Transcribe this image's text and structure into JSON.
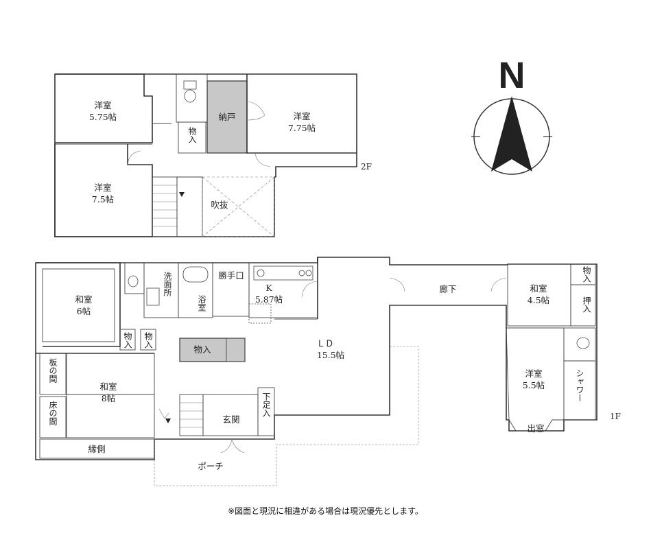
{
  "compass": {
    "letter": "N"
  },
  "floors": {
    "upper": "2F",
    "lower": "1F"
  },
  "second_floor": {
    "rooms": {
      "western_a": {
        "name": "洋室",
        "size": "5.75帖"
      },
      "western_b": {
        "name": "洋室",
        "size": "7.75帖"
      },
      "western_c": {
        "name": "洋室",
        "size": "7.5帖"
      },
      "storeroom": "納戸",
      "closet": "物入",
      "void": "吹抜"
    }
  },
  "first_floor": {
    "rooms": {
      "japanese_6": {
        "name": "和室",
        "size": "6帖"
      },
      "japanese_8": {
        "name": "和室",
        "size": "8帖"
      },
      "japanese_45": {
        "name": "和室",
        "size": "4.5帖"
      },
      "western_55": {
        "name": "洋室",
        "size": "5.5帖"
      },
      "kitchen": {
        "name": "K",
        "size": "5.87帖"
      },
      "ld": {
        "name": "ＬＤ",
        "size": "15.5帖"
      },
      "washroom": "洗面所",
      "bath": "浴室",
      "service_entry": "勝手口",
      "corridor": "廊下",
      "closet_center": "物入",
      "closet_small_a": "物入",
      "closet_small_b": "物入",
      "closet_ne": "物入",
      "oshiire": "押入",
      "shower": "シャワー",
      "shoe_box": "下足入",
      "entrance": "玄関",
      "itanoma": "板の間",
      "tokonoma": "床の間",
      "engawa": "縁側",
      "porch": "ポーチ",
      "bay_window": "出窓"
    }
  },
  "footer_note": "※図面と現況に相違がある場合は現況優先とします。"
}
